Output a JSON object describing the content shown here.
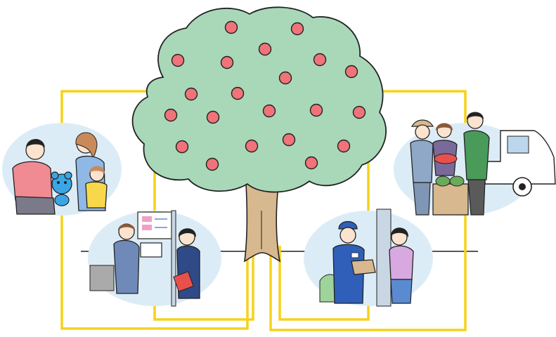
{
  "colors": {
    "canopy": "#a8d8b8",
    "fruit": "#f0737a",
    "trunk": "#d8b88e",
    "connector": "#f5d21a",
    "scene_bg": "#dcecf7",
    "outline": "#222222"
  },
  "scenes": [
    {
      "name": "family-care-scene",
      "icon": "family-with-child-and-toy-icon"
    },
    {
      "name": "office-consultation-scene",
      "icon": "office-meeting-icon"
    },
    {
      "name": "delivery-scene",
      "icon": "parcel-delivery-icon"
    },
    {
      "name": "farm-produce-scene",
      "icon": "farmers-and-truck-icon"
    }
  ]
}
